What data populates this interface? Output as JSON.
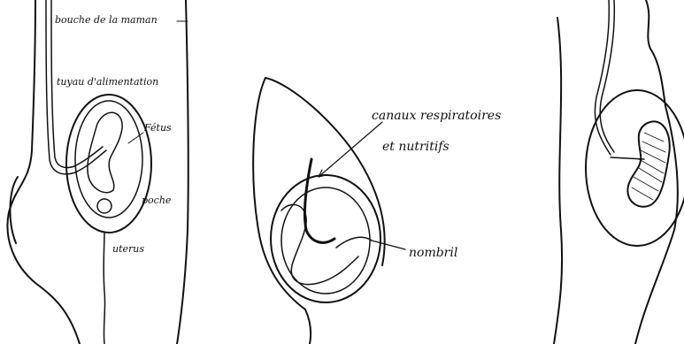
{
  "panels": [
    {
      "labels": {
        "bouche": "bouche de la maman",
        "tuyau": "tuyau d'alimentation",
        "foetus": "Fétus",
        "poche": "poche",
        "uterus": "uterus"
      }
    },
    {
      "labels": {
        "canaux_line1": "canaux respiratoires",
        "canaux_line2": "et nutritifs",
        "nombril": "nombril"
      }
    },
    {
      "labels": {}
    }
  ],
  "colors": {
    "ink": "#111111",
    "paper": "#ffffff"
  }
}
